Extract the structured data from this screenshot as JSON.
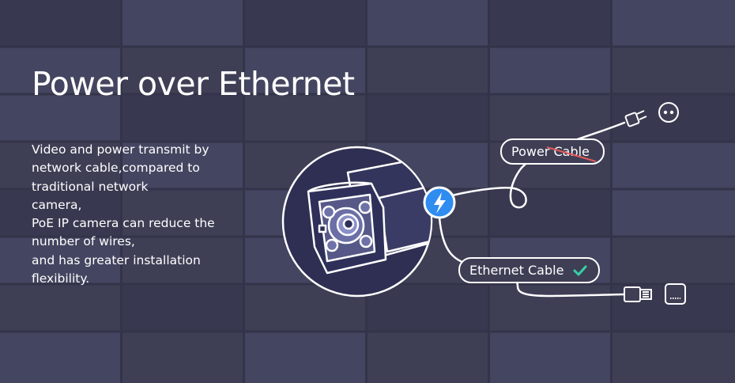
{
  "title": "Power over Ethernet",
  "description_lines": [
    "Video and power transmit by",
    "network cable,compared to",
    "traditional network",
    "camera,",
    "PoE IP camera can reduce the",
    "number of wires,",
    "and has greater installation",
    "flexibility."
  ],
  "diagram": {
    "power_cable_label": "Power Cable",
    "ethernet_cable_label": "Ethernet Cable",
    "power_cable_status": "crossed-out",
    "ethernet_cable_status": "checked"
  },
  "icons": {
    "camera": "bullet-camera-icon",
    "power_badge": "lightning-bolt-icon",
    "power_plug": "power-plug-icon",
    "power_socket": "power-socket-icon",
    "ethernet_plug": "rj45-plug-icon",
    "ethernet_port": "ethernet-port-icon",
    "check": "checkmark-icon"
  },
  "colors": {
    "background": "#3e3f55",
    "tile_dark": "#34354a",
    "tile_light": "#474860",
    "text": "#ffffff",
    "strike": "#e05a5a",
    "check": "#35d0a6",
    "bolt_badge": "#2f8cf0"
  }
}
